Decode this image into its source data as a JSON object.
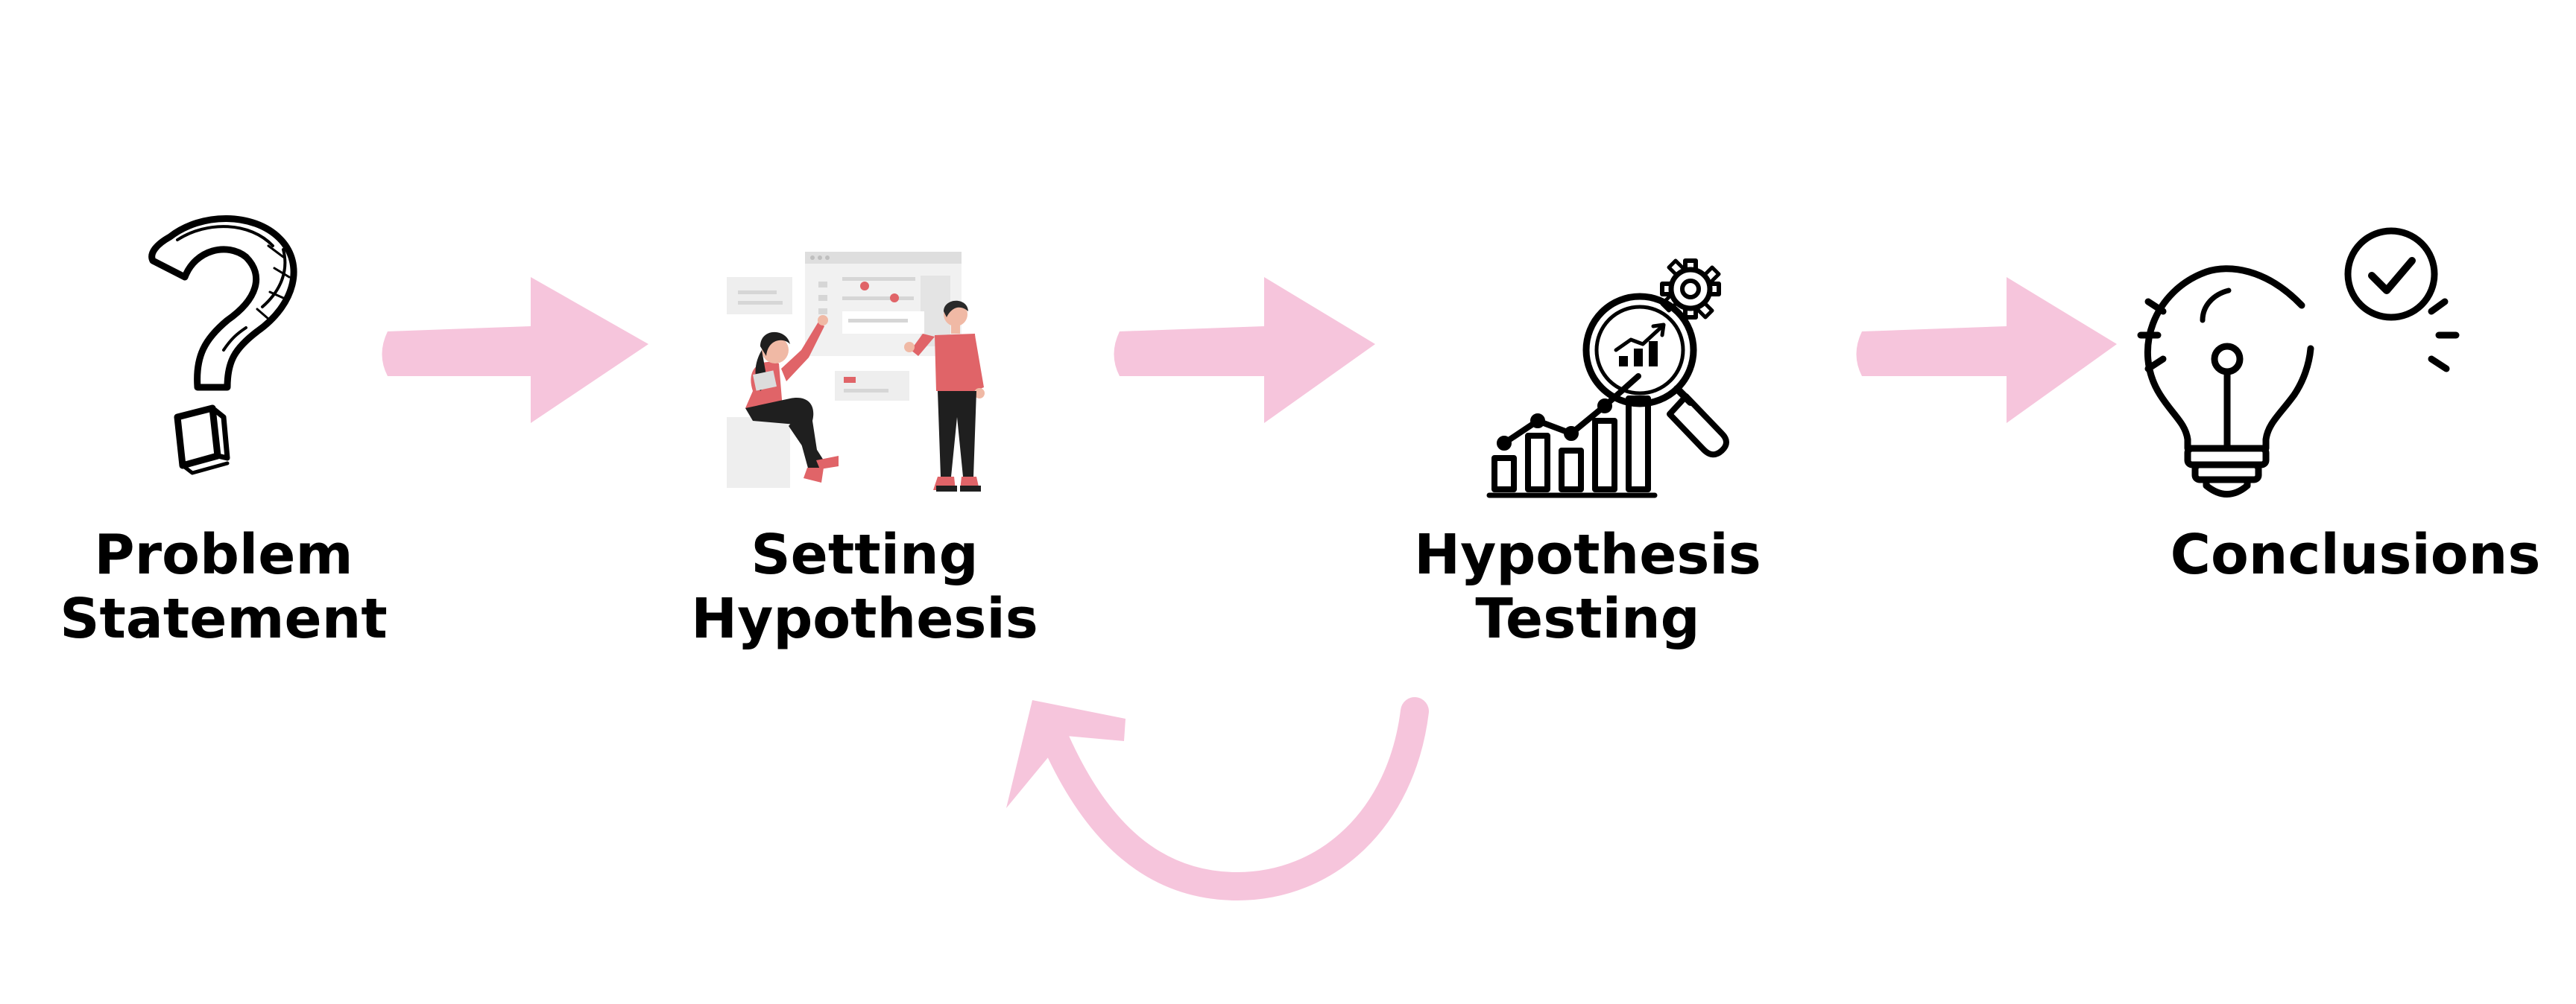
{
  "colors": {
    "arrow": "#f6c5dc",
    "ink": "#000000",
    "accent_red": "#e06468",
    "grey_light": "#eeeeee",
    "grey_mid": "#d6d6d6"
  },
  "steps": [
    {
      "line1": "Problem",
      "line2": "Statement",
      "icon": "question-mark-icon"
    },
    {
      "line1": "Setting",
      "line2": "Hypothesis",
      "icon": "team-discussion-illustration"
    },
    {
      "line1": "Hypothesis",
      "line2": "Testing",
      "icon": "chart-magnifier-gear-icon"
    },
    {
      "line1": "Conclusions",
      "line2": "",
      "icon": "lightbulb-check-icon"
    }
  ],
  "connectors": [
    {
      "from": "Problem Statement",
      "to": "Setting Hypothesis",
      "icon": "right-arrow-icon"
    },
    {
      "from": "Setting Hypothesis",
      "to": "Hypothesis Testing",
      "icon": "right-arrow-icon"
    },
    {
      "from": "Hypothesis Testing",
      "to": "Conclusions",
      "icon": "right-arrow-icon"
    },
    {
      "from": "Hypothesis Testing",
      "to": "Setting Hypothesis",
      "icon": "loop-back-arrow-icon"
    }
  ]
}
